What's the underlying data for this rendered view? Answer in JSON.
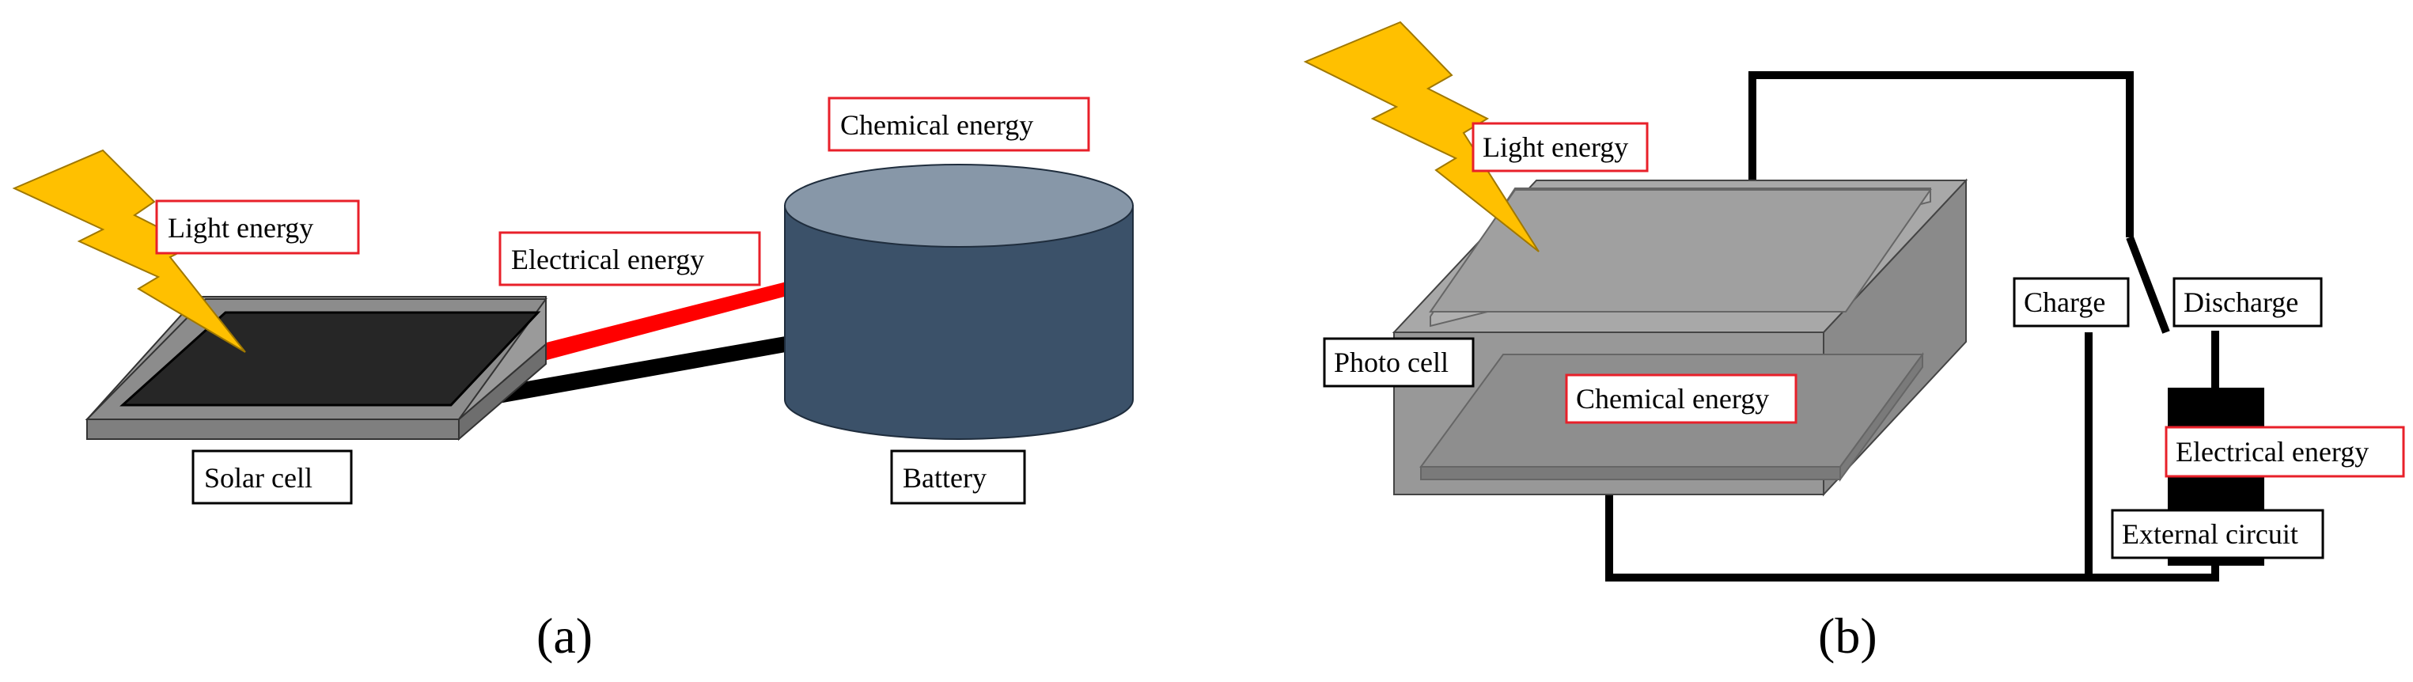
{
  "panel_a": {
    "caption": "(a)",
    "labels": {
      "light_energy": "Light energy",
      "electrical_energy": "Electrical energy",
      "chemical_energy": "Chemical energy",
      "solar_cell": "Solar cell",
      "battery": "Battery"
    }
  },
  "panel_b": {
    "caption": "(b)",
    "labels": {
      "light_energy": "Light energy",
      "photo_cell": "Photo cell",
      "chemical_energy": "Chemical energy",
      "charge": "Charge",
      "discharge": "Discharge",
      "electrical_energy": "Electrical energy",
      "external_circuit": "External circuit"
    }
  },
  "colors": {
    "energy_label_border": "#e8202a",
    "component_label_border": "#000000",
    "lightning": "#ffc000",
    "solar_panel": "#262626",
    "solar_frame": "#8c8c8c",
    "battery_side": "#3b5169",
    "battery_top": "#8797a8",
    "red_wire": "#ff0000",
    "black_wire": "#000000",
    "photocell_box": "#a6a6a6",
    "circuit_block": "#000000"
  }
}
